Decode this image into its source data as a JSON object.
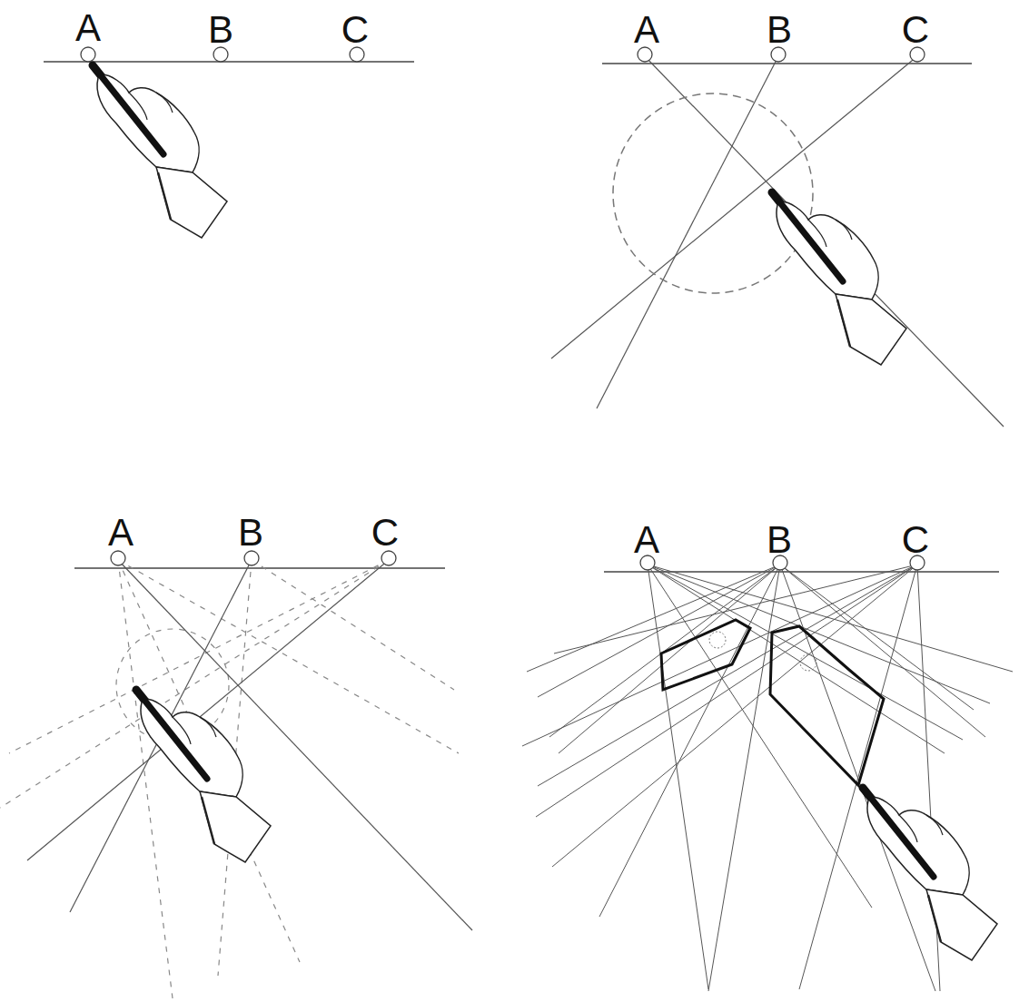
{
  "diagram": {
    "labels": [
      "A",
      "B",
      "C",
      "A",
      "B",
      "C",
      "A",
      "B",
      "C",
      "A",
      "B",
      "C"
    ]
  }
}
